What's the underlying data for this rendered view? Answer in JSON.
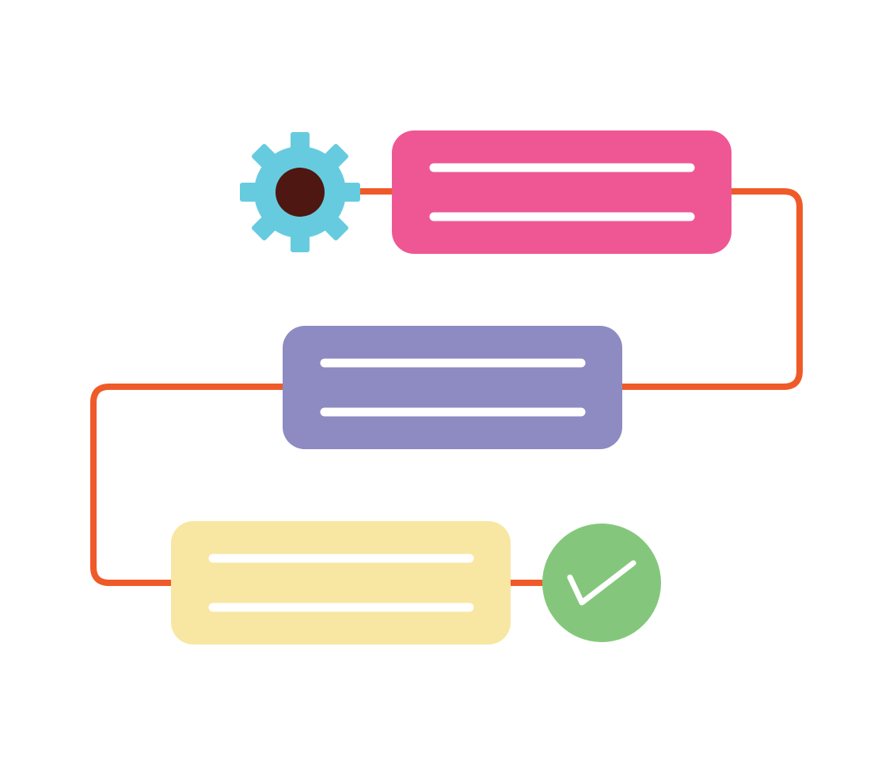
{
  "colors": {
    "background": "#ffffff",
    "connector": "#ef5a29",
    "step_1": "#ef5794",
    "step_2": "#8d8bc2",
    "step_3": "#f8e7a2",
    "text_line": "#ffffff",
    "gear": "#66cbdf",
    "gear_hub": "#4e1711",
    "check_circle": "#84c77c",
    "check_mark": "#ffffff"
  },
  "diagram": {
    "start_icon": "gear-icon",
    "end_icon": "checkmark-icon",
    "steps": [
      {
        "fill": "#ef5794",
        "lines": 2
      },
      {
        "fill": "#8d8bc2",
        "lines": 2
      },
      {
        "fill": "#f8e7a2",
        "lines": 2
      }
    ]
  }
}
